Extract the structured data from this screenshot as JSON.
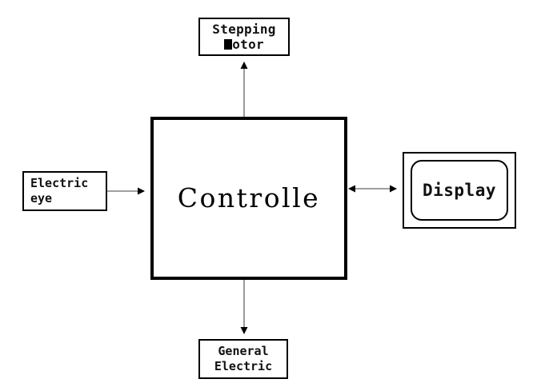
{
  "diagram": {
    "type": "block-diagram",
    "background_color": "#ffffff",
    "line_color": "#808080",
    "arrowhead_color": "#000000",
    "border_color": "#000000",
    "nodes": {
      "stepping_motor": {
        "line1": "Stepping",
        "line2_block_char": "M",
        "line2_rest": "otor",
        "full_label": "Stepping Motor"
      },
      "electric_eye": {
        "line1": "Electric",
        "line2": "eye",
        "full_label": "Electric eye"
      },
      "controller": {
        "label": "Controlle"
      },
      "display": {
        "label": "Display"
      },
      "general_electric": {
        "line1": "General",
        "line2": "Electric",
        "full_label": "General Electric"
      }
    },
    "connectors": [
      {
        "name": "controller-to-stepping-motor",
        "from": "controller",
        "to": "stepping_motor",
        "direction": "up",
        "arrowheads": "end"
      },
      {
        "name": "electric-eye-to-controller",
        "from": "electric_eye",
        "to": "controller",
        "direction": "right",
        "arrowheads": "end"
      },
      {
        "name": "controller-to-display",
        "from": "controller",
        "to": "display",
        "direction": "bidirectional",
        "arrowheads": "both"
      },
      {
        "name": "controller-to-general-electric",
        "from": "controller",
        "to": "general_electric",
        "direction": "down",
        "arrowheads": "end"
      }
    ]
  }
}
